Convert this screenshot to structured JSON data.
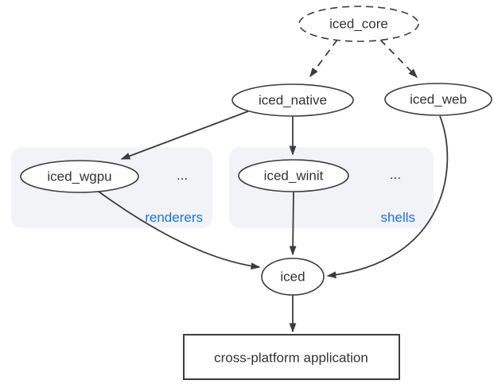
{
  "diagram": {
    "nodes": {
      "iced_core": {
        "label": "iced_core",
        "shape": "dashed-ellipse"
      },
      "iced_native": {
        "label": "iced_native",
        "shape": "ellipse"
      },
      "iced_web": {
        "label": "iced_web",
        "shape": "ellipse"
      },
      "iced_wgpu": {
        "label": "iced_wgpu",
        "shape": "ellipse"
      },
      "iced_winit": {
        "label": "iced_winit",
        "shape": "ellipse"
      },
      "iced": {
        "label": "iced",
        "shape": "ellipse"
      },
      "application": {
        "label": "cross-platform application",
        "shape": "rectangle"
      }
    },
    "groups": {
      "renderers": {
        "label": "renderers",
        "ellipsis": "..."
      },
      "shells": {
        "label": "shells",
        "ellipsis": "..."
      }
    },
    "edges": [
      {
        "from": "iced_core",
        "to": "iced_native",
        "style": "dashed"
      },
      {
        "from": "iced_core",
        "to": "iced_web",
        "style": "dashed"
      },
      {
        "from": "iced_native",
        "to": "iced_wgpu",
        "style": "solid"
      },
      {
        "from": "iced_native",
        "to": "iced_winit",
        "style": "solid"
      },
      {
        "from": "iced_wgpu",
        "to": "iced",
        "style": "solid"
      },
      {
        "from": "iced_winit",
        "to": "iced",
        "style": "solid"
      },
      {
        "from": "iced_web",
        "to": "iced",
        "style": "solid"
      },
      {
        "from": "iced",
        "to": "application",
        "style": "solid"
      }
    ],
    "colors": {
      "accent_blue": "#1a73e8",
      "stroke": "#3c3c3c",
      "group_fill": "#f1f3f6",
      "background": "#ffffff"
    }
  }
}
